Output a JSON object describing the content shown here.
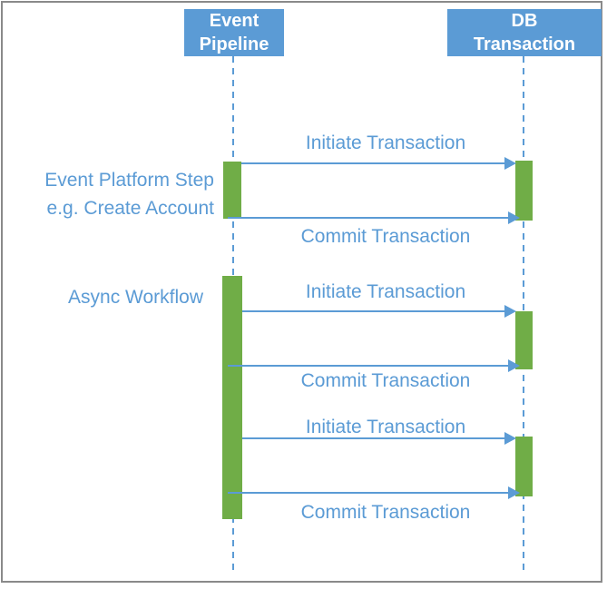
{
  "diagram": {
    "type": "sequence-diagram",
    "colors": {
      "accent_blue": "#5B9BD5",
      "activation_green": "#70AD47",
      "frame_gray": "#8A8A8A",
      "header_text": "#FFFFFF"
    },
    "lifelines": [
      {
        "name": "Event Pipeline",
        "line1": "Event",
        "line2": "Pipeline"
      },
      {
        "name": "DB Transaction",
        "line1": "DB",
        "line2": "Transaction"
      }
    ],
    "side_labels": [
      {
        "line1": "Event Platform Step",
        "line2": "e.g. Create Account"
      },
      {
        "line1": "Async Workflow"
      }
    ],
    "messages": [
      {
        "label": "Initiate Transaction",
        "from": "Event Pipeline",
        "to": "DB Transaction"
      },
      {
        "label": "Commit Transaction",
        "from": "Event Pipeline",
        "to": "DB Transaction"
      },
      {
        "label": "Initiate Transaction",
        "from": "Event Pipeline",
        "to": "DB Transaction"
      },
      {
        "label": "Commit Transaction",
        "from": "Event Pipeline",
        "to": "DB Transaction"
      },
      {
        "label": "Initiate Transaction",
        "from": "Event Pipeline",
        "to": "DB Transaction"
      },
      {
        "label": "Commit Transaction",
        "from": "Event Pipeline",
        "to": "DB Transaction"
      }
    ]
  }
}
